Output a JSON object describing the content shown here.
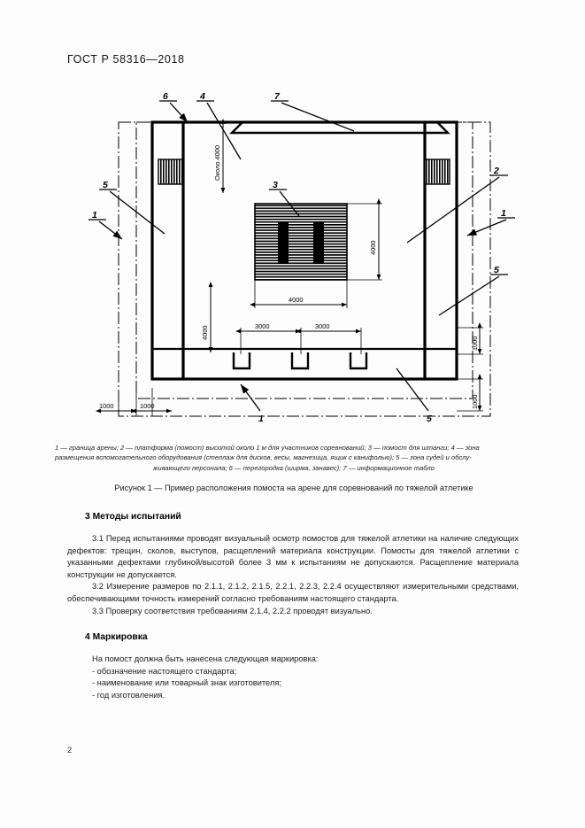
{
  "document": {
    "header": "ГОСТ Р 58316—2018",
    "page_number": "2"
  },
  "figure": {
    "caption": "Рисунок 1 — Пример расположения помоста на арене для соревнований по тяжелой атлетике",
    "legend_lines": [
      "1 — граница арены; 2 — платформа (помост) высотой около 1 м для участников соревнований; 3 — помост для штанги; 4 — зона",
      "размещения вспомогательного оборудования (стеллаж для дисков, весы, магнезица, ящик с канифолью); 5 — зона судей и обслу-",
      "живающего персонала; 6 — перегородка (ширма, занавес); 7 — информационное табло"
    ],
    "callouts": {
      "c1_top_left": "1",
      "c1_top_right": "1",
      "c1_bottom": "1",
      "c2": "2",
      "c3": "3",
      "c4": "4",
      "c5_left": "5",
      "c5_right": "5",
      "c5_bottom": "5",
      "c6": "6",
      "c7": "7"
    },
    "dimensions": {
      "height_about": "Около 4000",
      "platform_height": "4000",
      "platform_width": "4000",
      "left_vertical": "4000",
      "span_left": "3000",
      "span_right": "3000",
      "bottom_left_1": "1000",
      "bottom_left_2": "1000",
      "right_top": "1000",
      "right_bottom": "1000"
    }
  },
  "sections": [
    {
      "number_title": "3  Методы испытаний",
      "paragraphs": [
        "3.1  Перед испытаниями проводят визуальный осмотр помостов для тяжелой атлетики на наличие следующих дефектов: трещин, сколов, выступов, расщеплений материала конструкции. Помосты для тяжелой атлетики с указанными дефектами глубиной/высотой более 3 мм к испытаниям не допускаются. Расщепление материала конструкции не допускается.",
        "3.2  Измерение размеров по 2.1.1, 2.1.2, 2.1.5, 2.2.1, 2.2.3, 2.2.4 осуществляют измерительными средствами, обеспечивающими точность измерений согласно требованиям настоящего стандарта.",
        "3.3  Проверку соответствия требованиям 2.1.4, 2.2.2 проводят визуально."
      ]
    },
    {
      "number_title": "4  Маркировка",
      "intro": "На помост должна быть нанесена следующая маркировка:",
      "items": [
        "- обозначение настоящего стандарта;",
        "- наименование или товарный знак изготовителя;",
        "- год изготовления."
      ]
    }
  ],
  "colors": {
    "ink": "#111111",
    "paper": "#fdfdfd",
    "line": "#000000"
  }
}
